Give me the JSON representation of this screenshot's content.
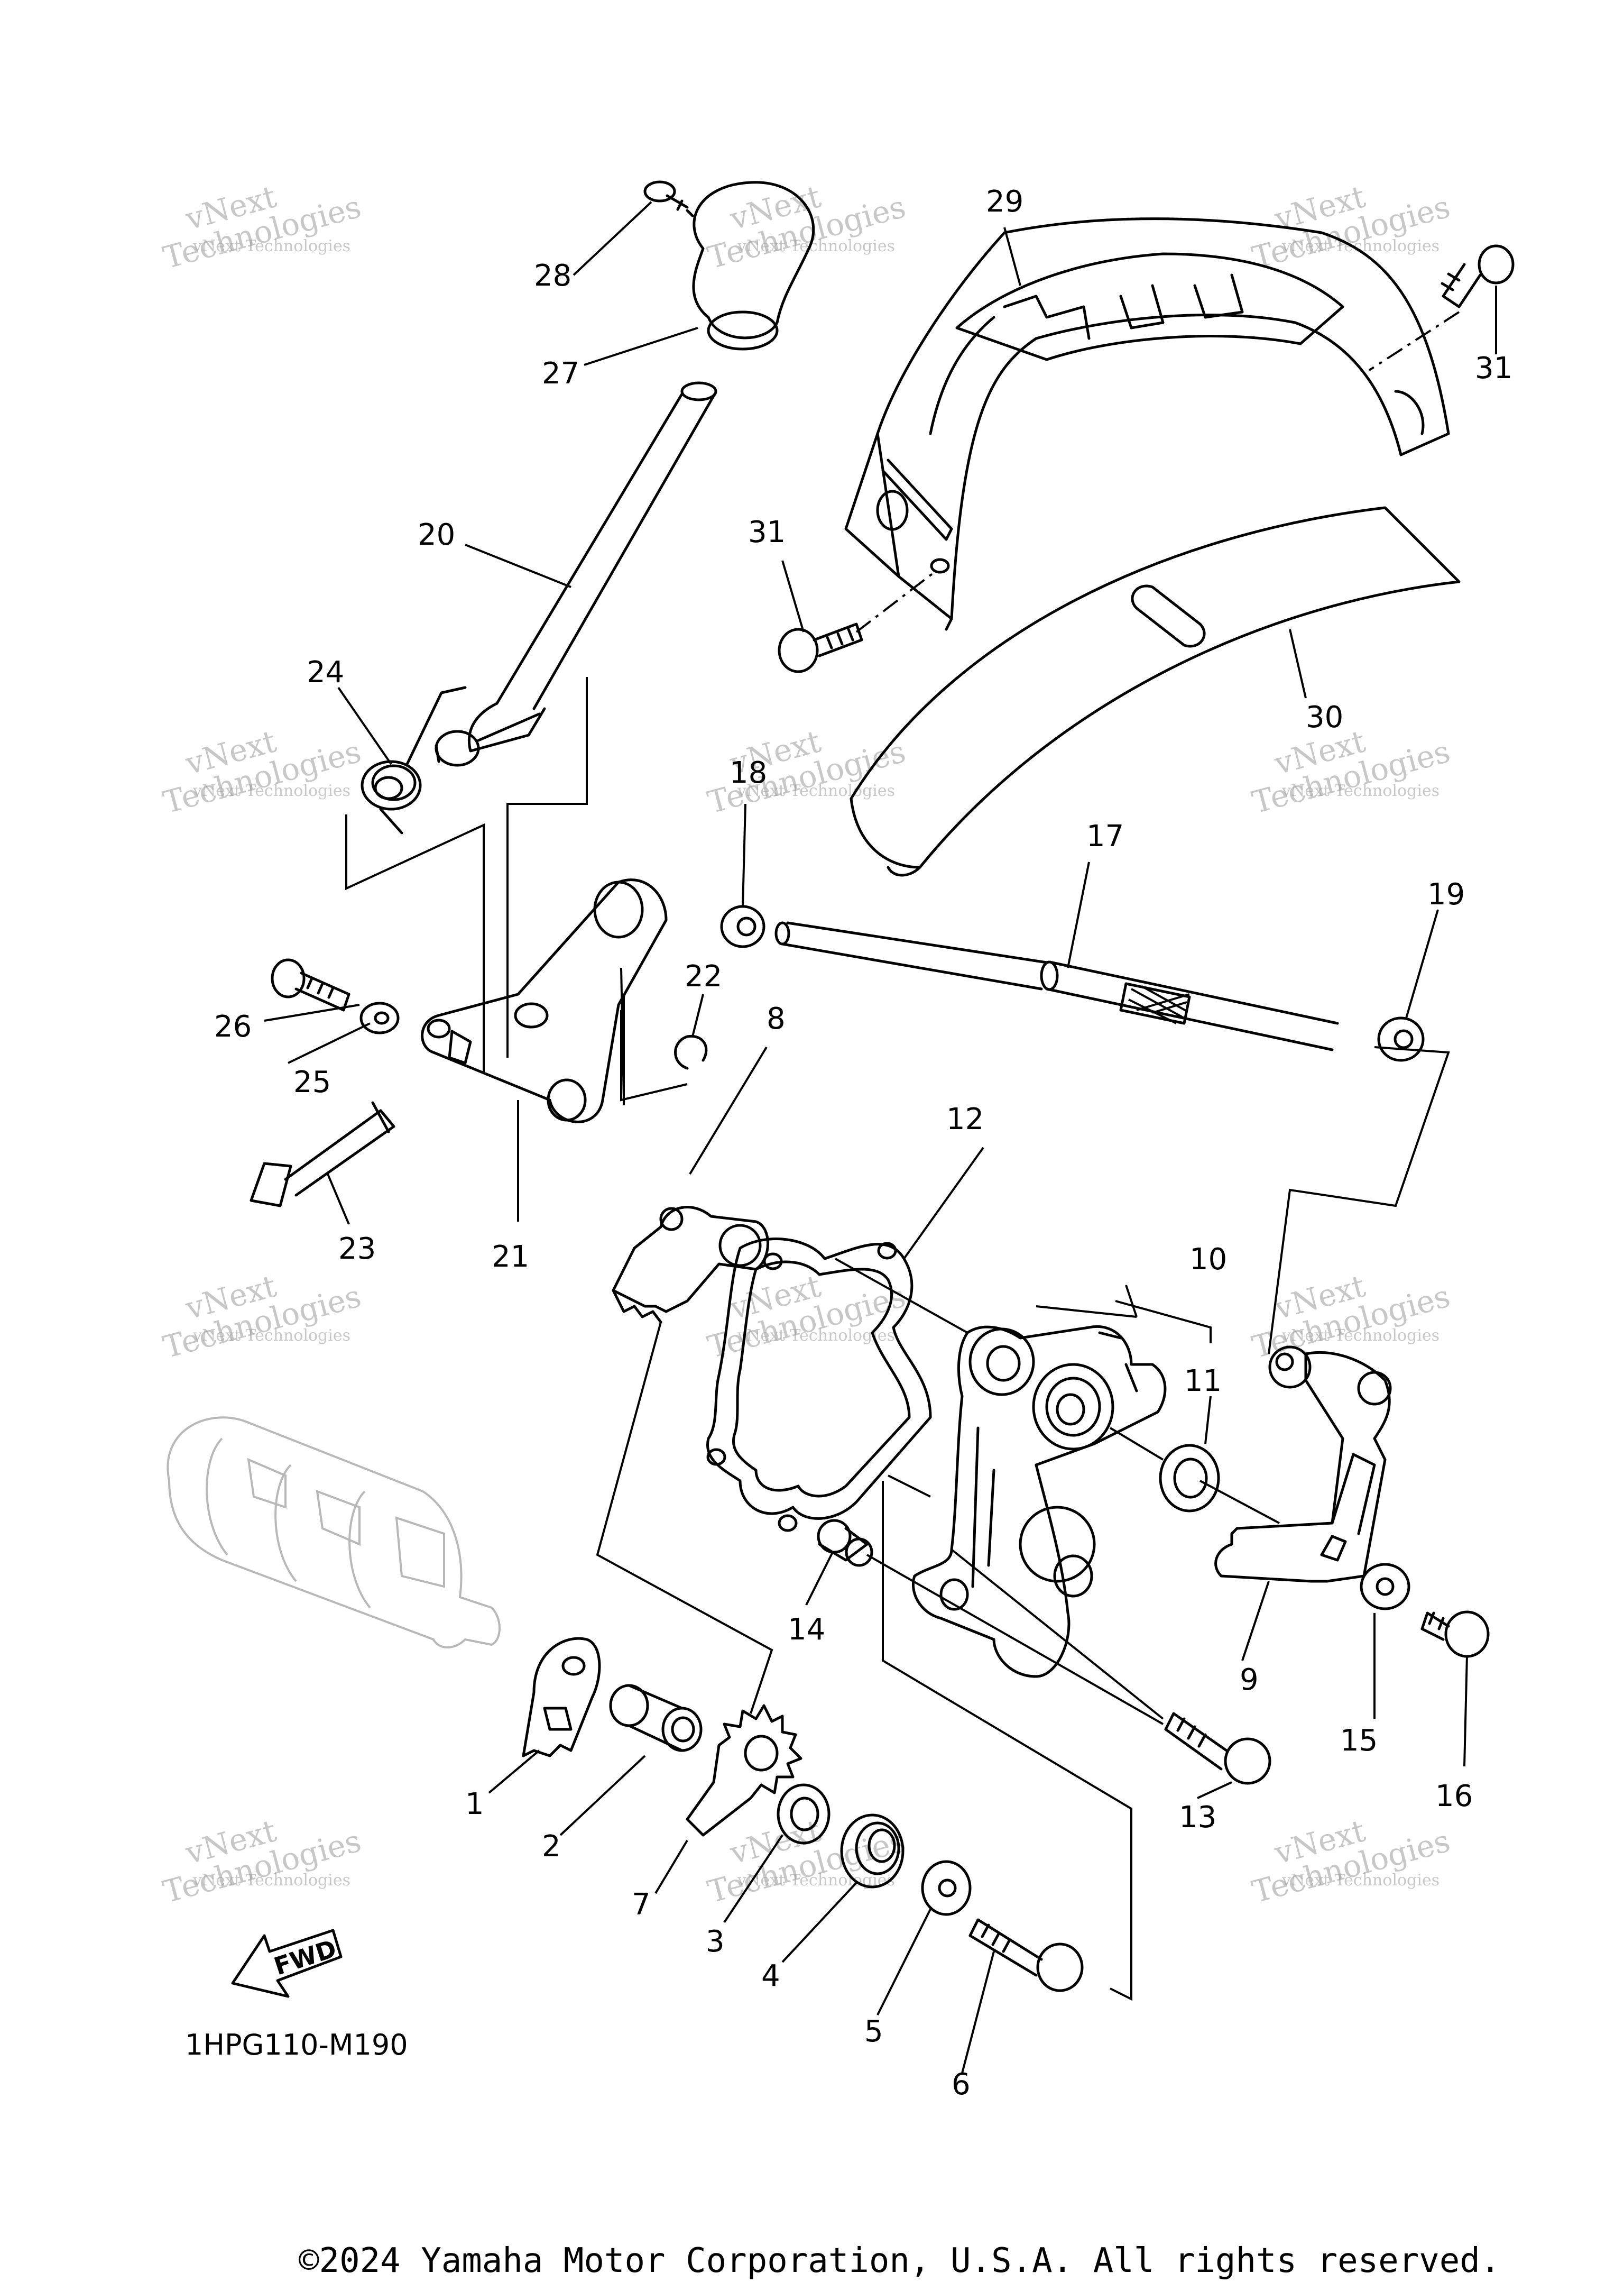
{
  "diagram": {
    "callouts": {
      "c1": "1",
      "c2": "2",
      "c3": "3",
      "c4": "4",
      "c5": "5",
      "c6": "6",
      "c7": "7",
      "c8": "8",
      "c9": "9",
      "c10": "10",
      "c11": "11",
      "c12": "12",
      "c13": "13",
      "c14": "14",
      "c15": "15",
      "c16": "16",
      "c17": "17",
      "c18": "18",
      "c19": "19",
      "c20": "20",
      "c21": "21",
      "c22": "22",
      "c23": "23",
      "c24": "24",
      "c25": "25",
      "c26": "26",
      "c27": "27",
      "c28": "28",
      "c29": "29",
      "c30": "30",
      "c31a": "31",
      "c31b": "31"
    },
    "diagram_code": "1HPG110-M190",
    "fwd_label": "FWD",
    "watermark_line1": "vNext Technologies",
    "watermark_line2": "vNext",
    "watermark_line3": "Technologies"
  },
  "footer": {
    "copyright": "©2024 Yamaha Motor Corporation, U.S.A. All rights reserved."
  }
}
